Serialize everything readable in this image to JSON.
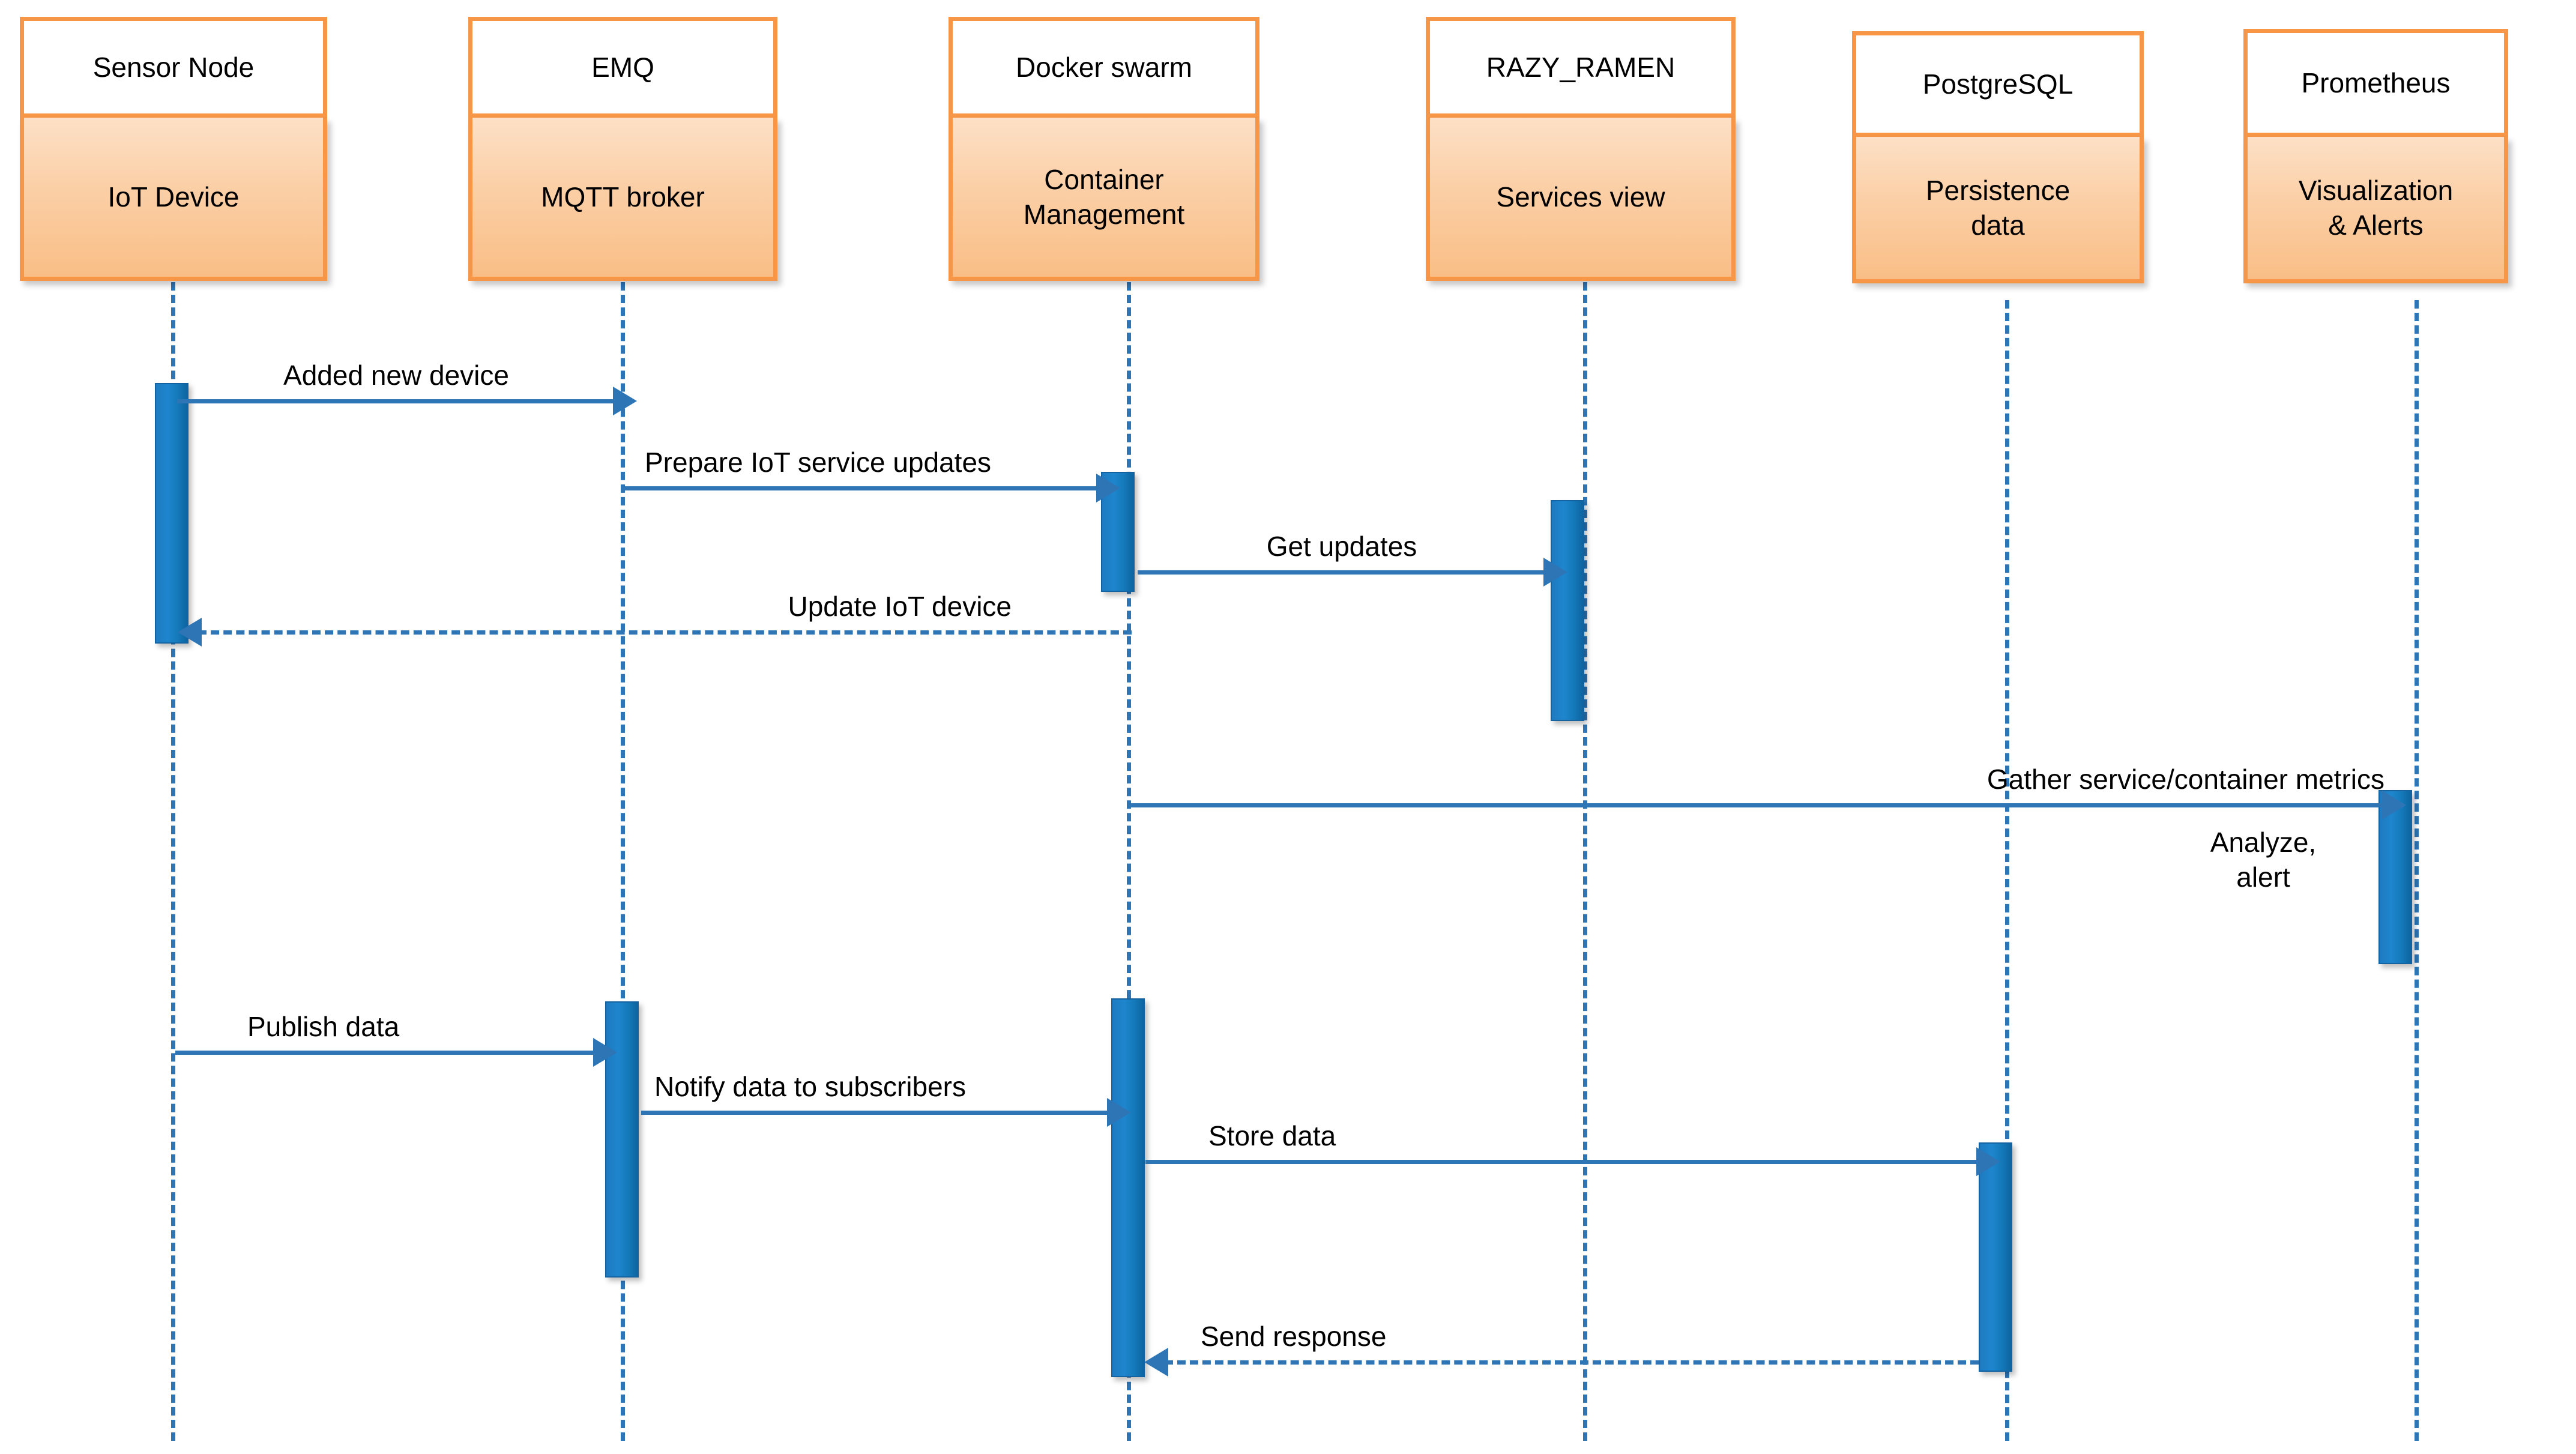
{
  "diagram": {
    "kind": "uml-sequence-diagram",
    "colors": {
      "participant_border": "#F79646",
      "participant_fill": "#FBCFA6",
      "participant_header_fill": "#FFFFFF",
      "lifeline": "#2E75B6",
      "activation": "#1E86CE",
      "message": "#2E75B6",
      "text": "#000000",
      "background": "#FFFFFF"
    }
  },
  "participants": [
    {
      "id": "sensor",
      "title": "Sensor Node",
      "subtitle": "IoT  Device"
    },
    {
      "id": "emq",
      "title": "EMQ",
      "subtitle": "MQTT broker"
    },
    {
      "id": "docker",
      "title": "Docker swarm",
      "subtitle": "Container\nManagement"
    },
    {
      "id": "razy",
      "title": "RAZY_RAMEN",
      "subtitle": "Services view"
    },
    {
      "id": "postgres",
      "title": "PostgreSQL",
      "subtitle": "Persistence\ndata"
    },
    {
      "id": "prometheus",
      "title": "Prometheus",
      "subtitle": "Visualization\n& Alerts"
    }
  ],
  "messages": [
    {
      "id": "m1",
      "label": "Added new device",
      "from": "sensor",
      "to": "emq",
      "style": "solid",
      "direction": "ltr"
    },
    {
      "id": "m2",
      "label": "Prepare IoT service updates",
      "from": "emq",
      "to": "docker",
      "style": "solid",
      "direction": "ltr"
    },
    {
      "id": "m3",
      "label": "Get updates",
      "from": "docker",
      "to": "razy",
      "style": "solid",
      "direction": "ltr"
    },
    {
      "id": "m4",
      "label": "Update IoT device",
      "from": "docker",
      "to": "sensor",
      "style": "dashed",
      "direction": "rtl"
    },
    {
      "id": "m5",
      "label": "Gather service/container metrics",
      "from": "docker",
      "to": "prometheus",
      "style": "solid",
      "direction": "ltr"
    },
    {
      "id": "m6",
      "label": "Publish data",
      "from": "sensor",
      "to": "emq",
      "style": "solid",
      "direction": "ltr"
    },
    {
      "id": "m7",
      "label": "Notify data to subscribers",
      "from": "emq",
      "to": "docker",
      "style": "solid",
      "direction": "ltr"
    },
    {
      "id": "m8",
      "label": "Store data",
      "from": "docker",
      "to": "postgres",
      "style": "solid",
      "direction": "ltr"
    },
    {
      "id": "m9",
      "label": "Send response",
      "from": "postgres",
      "to": "docker",
      "style": "dashed",
      "direction": "rtl"
    }
  ],
  "notes": [
    {
      "id": "n1",
      "text": "Analyze,\nalert",
      "on": "prometheus"
    }
  ]
}
